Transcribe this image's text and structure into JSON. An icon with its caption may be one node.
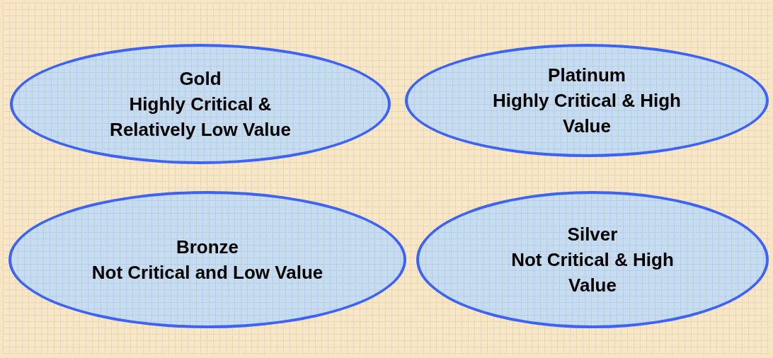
{
  "diagram": {
    "nodes": [
      {
        "text": [
          "Gold",
          "Highly Critical & Relatively Low Value"
        ]
      },
      {
        "text": [
          "Platinum",
          "Highly Critical & High Value"
        ]
      },
      {
        "text": [
          "Bronze",
          "Not Critical and Low Value"
        ]
      },
      {
        "text": [
          "Silver",
          "Not Critical & High Value"
        ]
      }
    ]
  }
}
